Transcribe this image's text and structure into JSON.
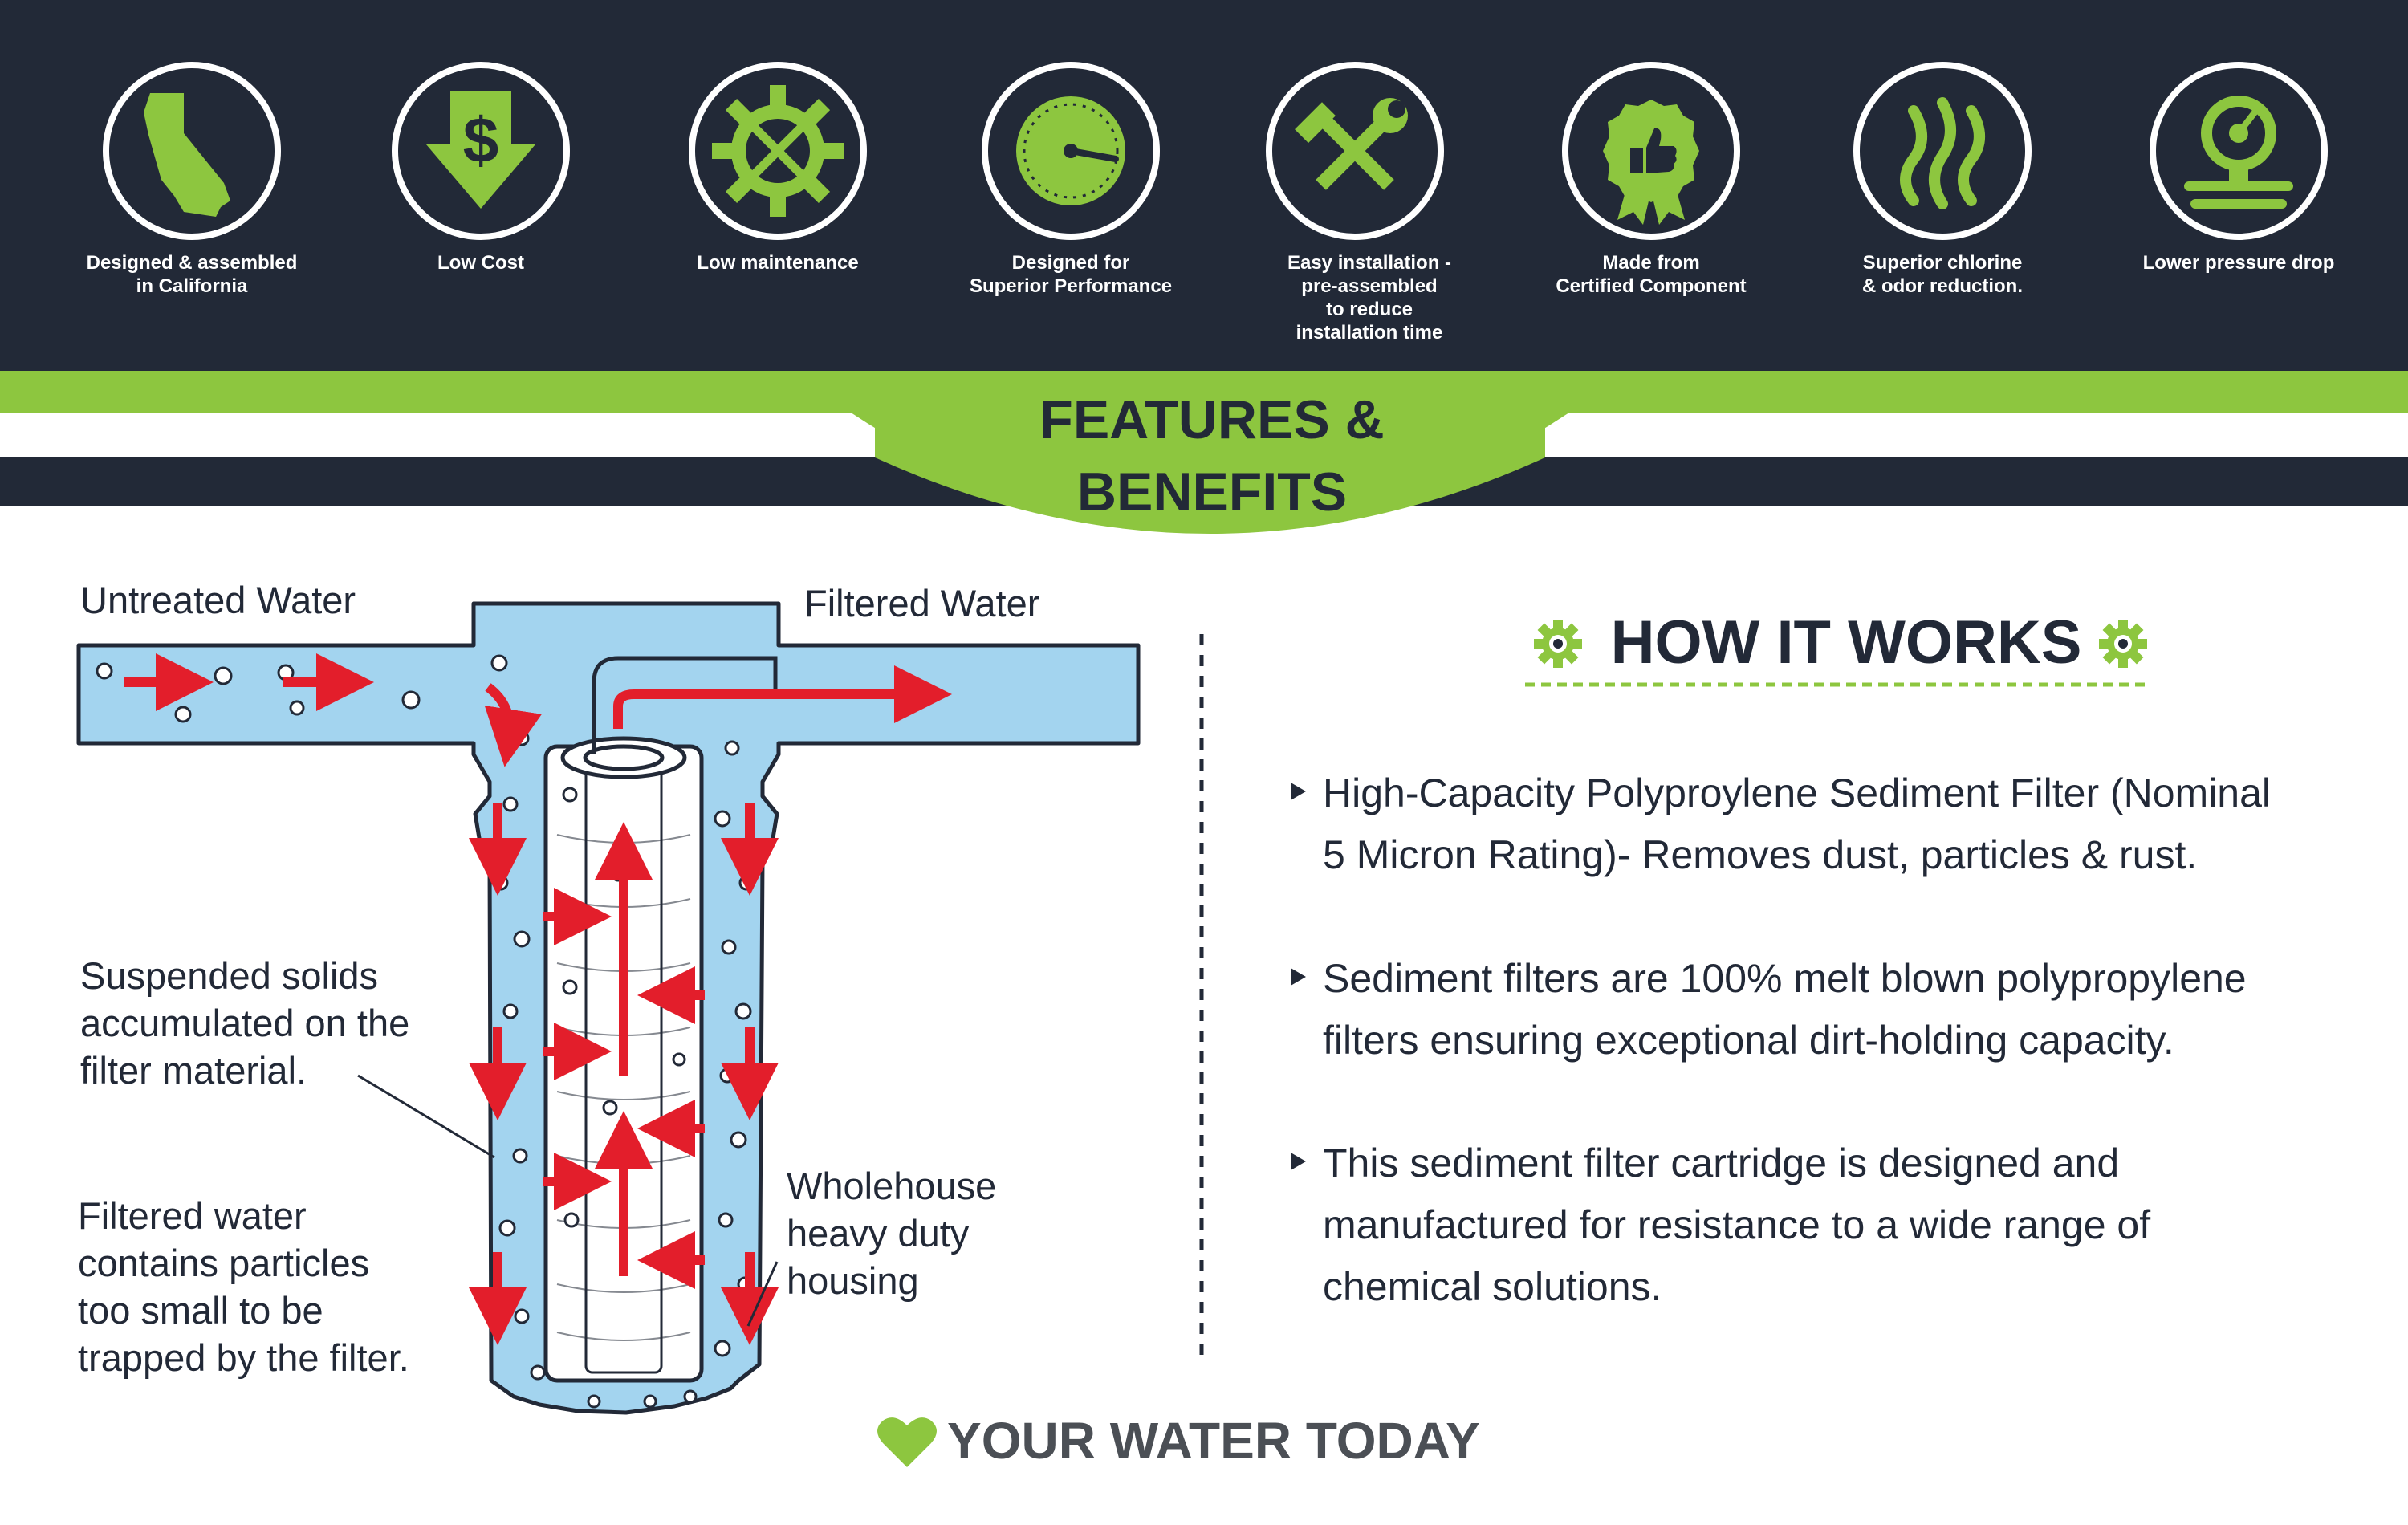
{
  "colors": {
    "navy": "#222937",
    "green": "#8dc63f",
    "water": "#a3d4ef",
    "arrow_red": "#e31e2b",
    "white": "#ffffff"
  },
  "features": [
    {
      "icon": "california-map-icon",
      "lines": [
        "Designed & assembled",
        "in California"
      ]
    },
    {
      "icon": "dollar-down-arrow-icon",
      "lines": [
        "Low Cost"
      ]
    },
    {
      "icon": "gear-tools-icon",
      "lines": [
        "Low maintenance"
      ]
    },
    {
      "icon": "speedometer-icon",
      "lines": [
        "Designed for",
        "Superior Performance"
      ]
    },
    {
      "icon": "hammer-wrench-icon",
      "lines": [
        "Easy installation -",
        "pre-assembled",
        "to reduce",
        "installation time"
      ]
    },
    {
      "icon": "thumbs-up-badge-icon",
      "lines": [
        "Made from",
        "Certified Component"
      ]
    },
    {
      "icon": "odor-waves-icon",
      "lines": [
        "Superior chlorine",
        "& odor reduction."
      ]
    },
    {
      "icon": "pressure-gauge-icon",
      "lines": [
        "Lower pressure drop"
      ]
    }
  ],
  "banner": {
    "title_lines": [
      "FEATURES &",
      "BENEFITS"
    ]
  },
  "diagram": {
    "untreated_label": "Untreated Water",
    "filtered_label": "Filtered Water",
    "solids_lines": [
      "Suspended solids",
      "accumulated on the",
      "filter material."
    ],
    "particles_lines": [
      "Filtered water",
      "contains particles",
      "too small to be",
      "trapped by the filter."
    ],
    "housing_lines": [
      "Wholehouse",
      "heavy duty",
      "housing"
    ]
  },
  "how_it_works": {
    "title": "HOW IT WORKS",
    "bullets": [
      [
        "High-Capacity Polyproylene Sediment Filter (Nominal",
        "5 Micron Rating)- Removes dust, particles & rust."
      ],
      [
        "Sediment filters are 100% melt blown polypropylene",
        "filters ensuring exceptional dirt-holding capacity."
      ],
      [
        "This sediment filter cartridge is designed and",
        "manufactured for resistance to a wide range of",
        "chemical solutions."
      ]
    ]
  },
  "brand": {
    "icon": "heart-icon",
    "name": "YOUR WATER TODAY"
  }
}
